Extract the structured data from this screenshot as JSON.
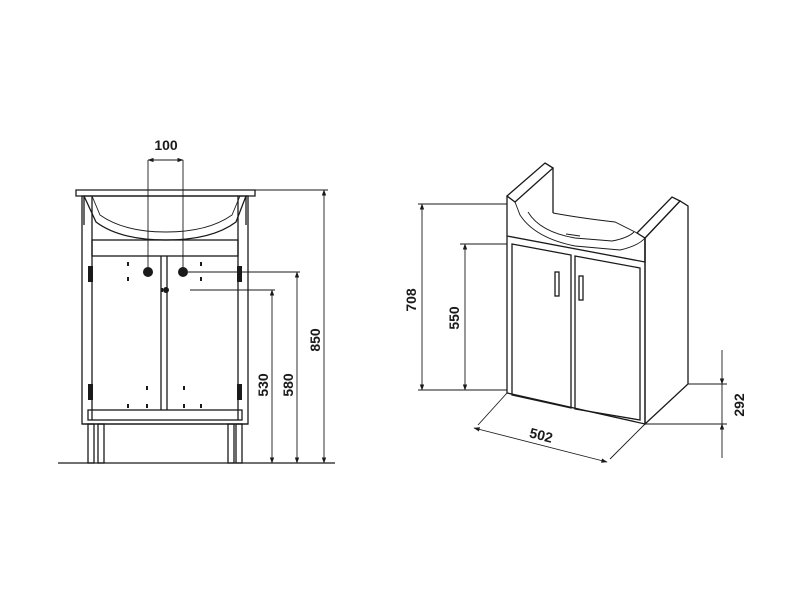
{
  "front_view": {
    "dim_pipe_spacing": "100",
    "dim_outlet_height": "530",
    "dim_inlet_height": "580",
    "dim_total_height": "850"
  },
  "iso_view": {
    "dim_height": "708",
    "dim_door_height": "550",
    "dim_width": "502",
    "dim_depth": "292"
  }
}
